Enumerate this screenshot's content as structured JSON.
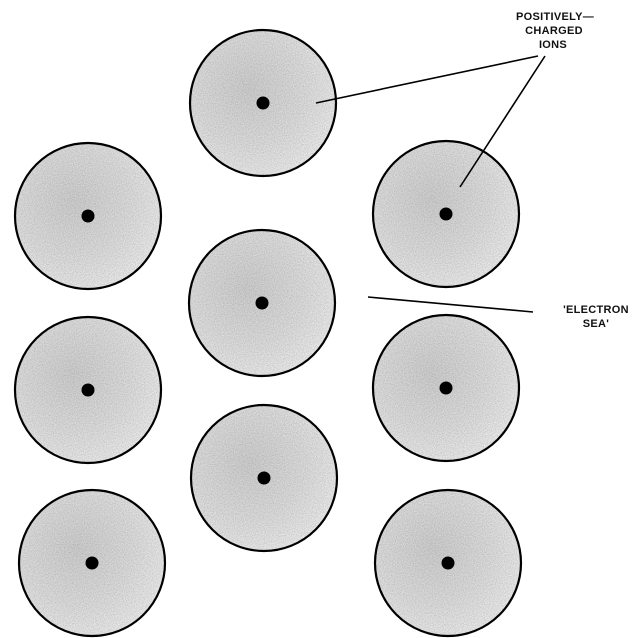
{
  "labels": {
    "ions": {
      "line1": "POSITIVELY—",
      "line2": "CHARGED",
      "line3": "IONS"
    },
    "sea": {
      "line1": "'ELECTRON",
      "line2": "SEA'"
    }
  },
  "ions": [
    {
      "name": "ion-top-center"
    },
    {
      "name": "ion-upper-left"
    },
    {
      "name": "ion-upper-right"
    },
    {
      "name": "ion-center"
    },
    {
      "name": "ion-middle-left"
    },
    {
      "name": "ion-middle-right"
    },
    {
      "name": "ion-lower-center"
    },
    {
      "name": "ion-bottom-left"
    },
    {
      "name": "ion-bottom-right"
    }
  ],
  "colors": {
    "ion_fill": "#d9d9d9",
    "ion_stroke": "#000000",
    "nucleus": "#000000",
    "text": "#111111"
  }
}
